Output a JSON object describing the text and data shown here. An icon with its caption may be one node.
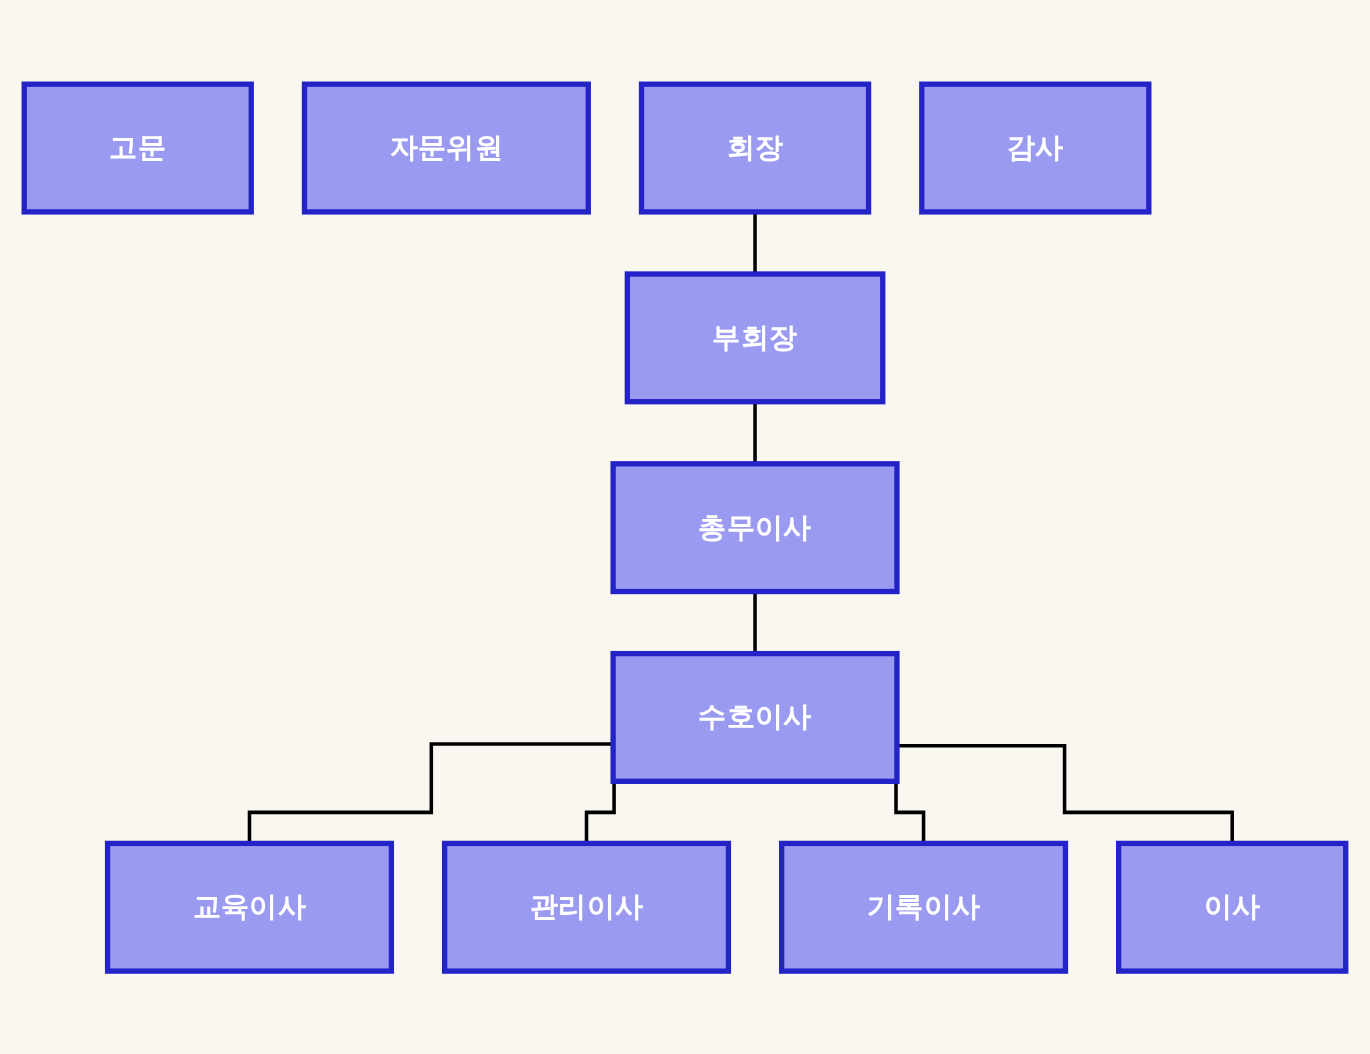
{
  "diagram": {
    "nodes": [
      {
        "text": [
          "고문"
        ]
      },
      {
        "text": [
          "자문위원"
        ]
      },
      {
        "text": [
          "회장"
        ]
      },
      {
        "text": [
          "감사"
        ]
      },
      {
        "text": [
          "부회장"
        ]
      },
      {
        "text": [
          "총무이사"
        ]
      },
      {
        "text": [
          "수호이사"
        ]
      },
      {
        "text": [
          "교육이사"
        ]
      },
      {
        "text": [
          "관리이사"
        ]
      },
      {
        "text": [
          "기록이사"
        ]
      },
      {
        "text": [
          "이사"
        ]
      }
    ],
    "edges": [
      {
        "from": 2,
        "to": 4,
        "arrow": "none"
      },
      {
        "from": 4,
        "to": 5,
        "arrow": "none"
      },
      {
        "from": 5,
        "to": 6,
        "arrow": "none"
      },
      {
        "from": 6,
        "to": 7,
        "arrow": "none"
      },
      {
        "from": 6,
        "to": 8,
        "arrow": "none"
      },
      {
        "from": 6,
        "to": 9,
        "arrow": "none"
      },
      {
        "from": 6,
        "to": 10,
        "arrow": "none"
      }
    ]
  }
}
